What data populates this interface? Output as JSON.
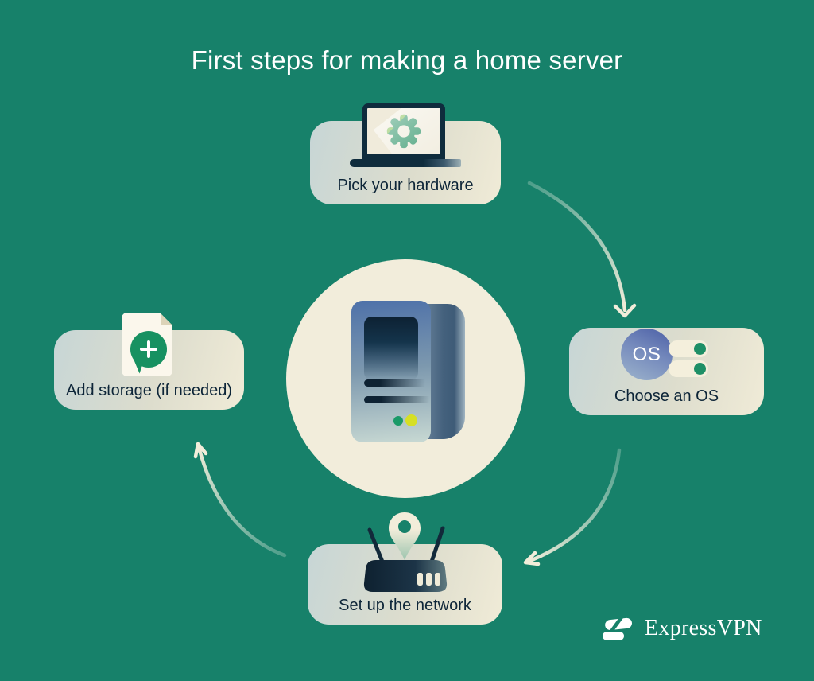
{
  "title": "First steps for making a home server",
  "steps": [
    {
      "label": "Pick your hardware",
      "icon": "laptop-gear-icon"
    },
    {
      "label": "Choose an OS",
      "icon": "os-toggles-icon",
      "badge": "OS"
    },
    {
      "label": "Set up the network",
      "icon": "router-pin-icon"
    },
    {
      "label": "Add storage (if needed)",
      "icon": "document-add-icon"
    }
  ],
  "center": {
    "icon": "server-tower-icon"
  },
  "flow": [
    "Pick your hardware",
    "Choose an OS",
    "Set up the network",
    "Add storage (if needed)"
  ],
  "brand": {
    "name": "ExpressVPN",
    "icon": "expressvpn-logo-icon"
  },
  "colors": {
    "background": "#17816A",
    "cream": "#F2EDDA",
    "card_text": "#0D2538",
    "navy": "#0F2C3D",
    "accent_green": "#1E8F66",
    "light_green": "#7FBE4C",
    "os_blue": "#5366AC",
    "indicator_yellow": "#D6DF25"
  }
}
